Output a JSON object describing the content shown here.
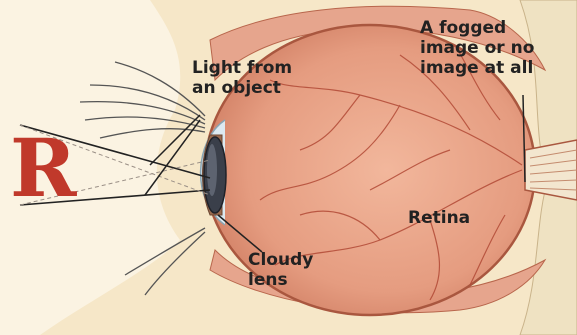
{
  "labels": {
    "light_line1": "Light from",
    "light_line2": "an object",
    "fogged_line1": "A fogged",
    "fogged_line2": "image or no",
    "fogged_line3": "image at all",
    "retina": "Retina",
    "cloudy_line1": "Cloudy",
    "cloudy_line2": "lens",
    "object_letter": "R"
  },
  "colors": {
    "object_letter": "#c0392b",
    "eyeball_fill": "#e8a489",
    "skin": "#f6e7c8",
    "vessels": "#b24a36",
    "lens": "#3a3f4a"
  }
}
